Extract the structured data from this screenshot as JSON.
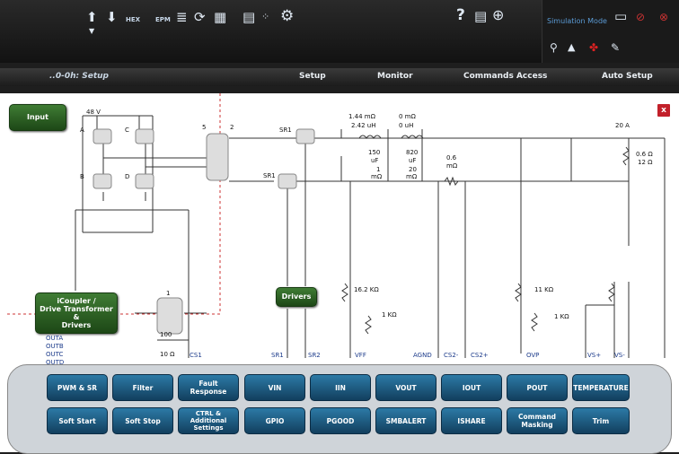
{
  "topbar": {
    "hex_label": "HEX",
    "epm_label": "EPM",
    "help_icon": "?",
    "sim_mode": "Simulation Mode"
  },
  "nav": {
    "breadcrumb": "..0-0h: Setup",
    "items": [
      "Setup",
      "Monitor",
      "Commands Access",
      "Auto Setup"
    ]
  },
  "close_label": "x",
  "blocks": {
    "input": "Input",
    "drivers": "Drivers",
    "icoupler": "iCoupler /\nDrive Transformer\n&\nDrivers"
  },
  "schematic": {
    "v_in": "48 V",
    "sw_a": "A",
    "sw_b": "B",
    "sw_c": "C",
    "sw_d": "D",
    "t_ratio_1": "5",
    "t_ratio_2": "2",
    "sr1_top": "SR1",
    "sr1_bot": "SR1",
    "l1_r": "1.44 mΩ",
    "l1_l": "2.42 uH",
    "l2_r": "0 mΩ",
    "l2_l": "0 uH",
    "c1_1": "150",
    "c1_2": "uF",
    "c1_3": "1",
    "c1_4": "mΩ",
    "c2_1": "820",
    "c2_2": "uF",
    "c2_3": "20",
    "c2_4": "mΩ",
    "rs_1": "0.6",
    "rs_2": "mΩ",
    "i_out": "20 A",
    "rl_1": "0.6 Ω",
    "rl_2": "12 Ω",
    "r_vff": "16.2 KΩ",
    "r_agnd": "1 KΩ",
    "r_ovp1": "11 KΩ",
    "r_ovp2": "1 KΩ",
    "dt_ratio": "1",
    "r100": "100",
    "r10": "10 Ω"
  },
  "pins_left": [
    "OUTA",
    "OUTB",
    "OUTC",
    "OUTD"
  ],
  "pins": [
    "CS1",
    "SR1",
    "SR2",
    "VFF",
    "AGND",
    "CS2-",
    "CS2+",
    "OVP",
    "VS+",
    "VS-"
  ],
  "buttons_row1": [
    "PWM & SR",
    "Filter",
    "Fault\nResponse",
    "VIN",
    "IIN",
    "VOUT",
    "IOUT",
    "POUT",
    "TEMPERATURE"
  ],
  "buttons_row2": [
    "Soft Start",
    "Soft Stop",
    "CTRL &\nAdditional\nSettings",
    "GPIO",
    "PGOOD",
    "SMBALERT",
    "ISHARE",
    "Command\nMasking",
    "Trim"
  ],
  "colors": {
    "green_block": "#2f6a25",
    "blue_button": "#1e5f88",
    "close_red": "#c2202a"
  }
}
